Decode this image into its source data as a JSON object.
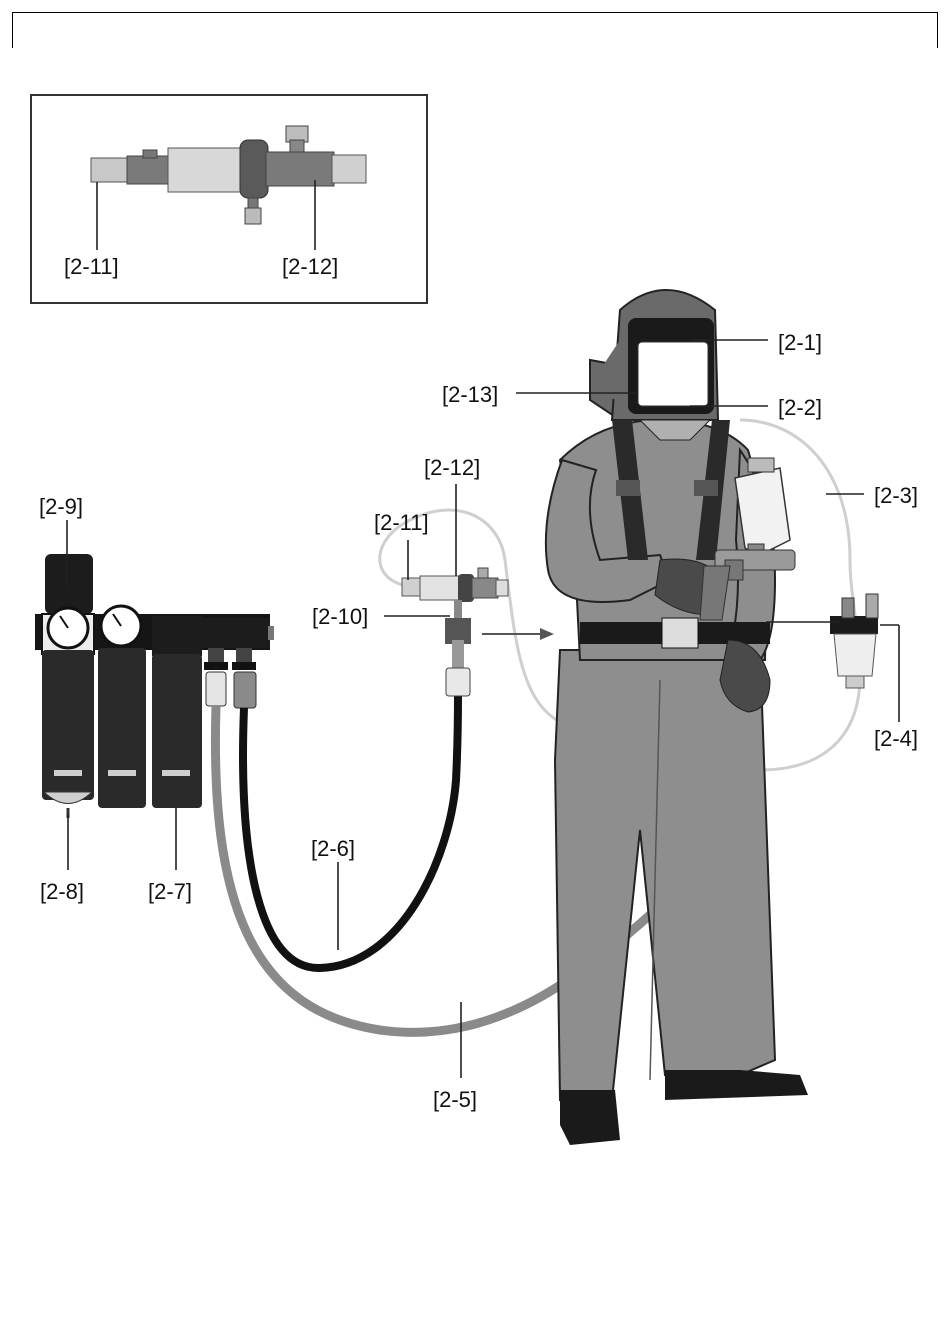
{
  "labels": {
    "inset_2_11": "[2-11]",
    "inset_2_12": "[2-12]",
    "l_2_1": "[2-1]",
    "l_2_2": "[2-2]",
    "l_2_3": "[2-3]",
    "l_2_4": "[2-4]",
    "l_2_5": "[2-5]",
    "l_2_6": "[2-6]",
    "l_2_7": "[2-7]",
    "l_2_8": "[2-8]",
    "l_2_9": "[2-9]",
    "l_2_10": "[2-10]",
    "l_2_11": "[2-11]",
    "l_2_12": "[2-12]",
    "l_2_13": "[2-13]"
  },
  "colors": {
    "suit": "#8e8e8e",
    "suit_dark": "#5e5e5e",
    "hood": "#6a6a6a",
    "strap": "#2a2a2a",
    "hose_black": "#111111",
    "hose_grey": "#8a8a8a",
    "tube_light": "#cfcfcf",
    "filter": "#2b2b2b"
  }
}
